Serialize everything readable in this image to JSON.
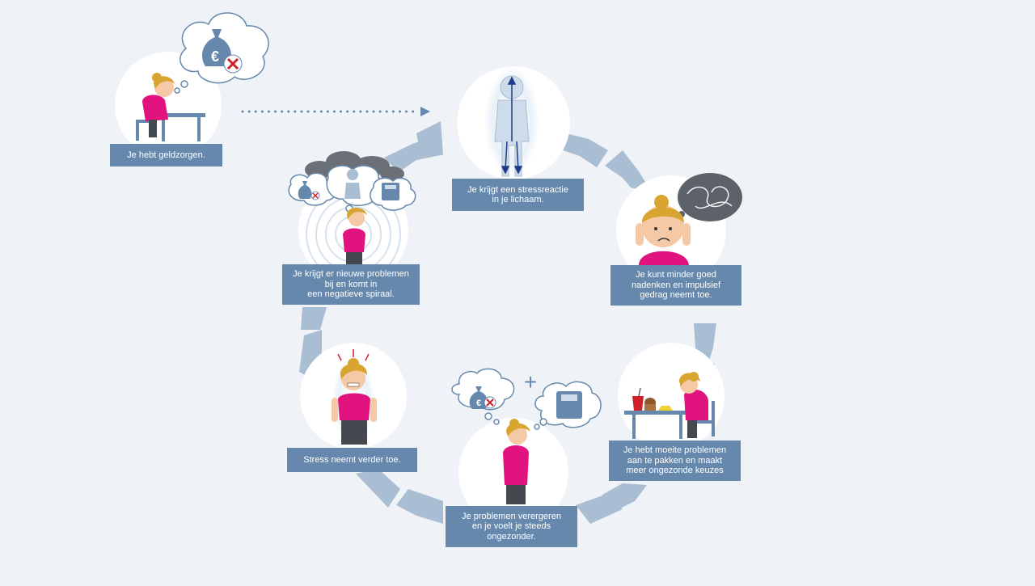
{
  "steps": [
    {
      "id": "geldzorgen",
      "label": "Je hebt geldzorgen."
    },
    {
      "id": "stressreactie",
      "label": "Je krijgt een stressreactie\nin je lichaam."
    },
    {
      "id": "nadenken",
      "label": "Je kunt minder goed\nnadenken en impulsief\ngedrag neemt toe."
    },
    {
      "id": "keuzes",
      "label": "Je hebt moeite problemen\naan te pakken en maakt\nmeer ongezonde keuzes"
    },
    {
      "id": "verergeren",
      "label": "Je problemen verergeren\nen je voelt je steeds\nongezonder."
    },
    {
      "id": "stress",
      "label": "Stress neemt verder toe."
    },
    {
      "id": "spiraal",
      "label": "Je krijgt er nieuwe problemen\nbij en komt in\neen negatieve spiraal."
    }
  ],
  "plus_sign": "+",
  "colors": {
    "background": "#eff3f7",
    "label_bg": "#6688ac",
    "arrow": "#a9bdd3",
    "circle": "#ffffff",
    "shirt": "#e1147f",
    "hair": "#d9a531",
    "dots": "#6688ac"
  }
}
